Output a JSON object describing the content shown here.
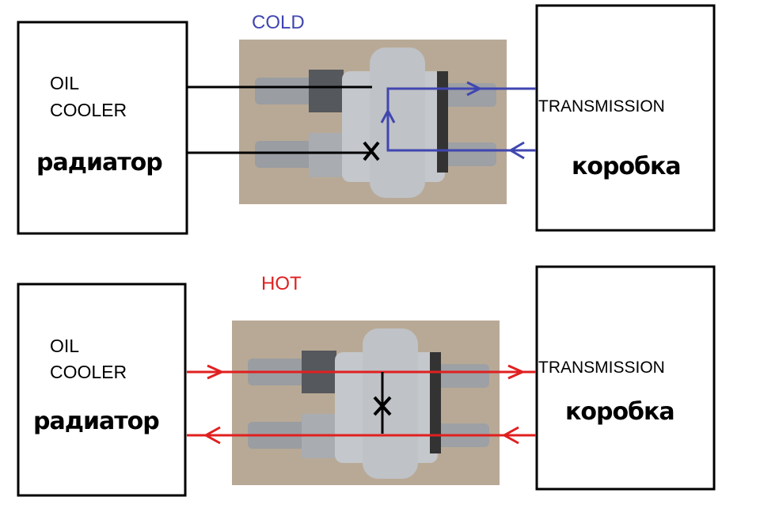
{
  "cold": {
    "title": "COLD",
    "oil_cooler_line1": "OIL",
    "oil_cooler_line2": "COOLER",
    "oil_cooler_ru": "радиатор",
    "transmission": "TRANSMISSION",
    "transmission_ru": "коробка",
    "color": "#4046b0"
  },
  "hot": {
    "title": "HOT",
    "oil_cooler_line1": "OIL",
    "oil_cooler_line2": "COOLER",
    "oil_cooler_ru": "радиатор",
    "transmission": "TRANSMISSION",
    "transmission_ru": "коробка",
    "color": "#e02020"
  }
}
